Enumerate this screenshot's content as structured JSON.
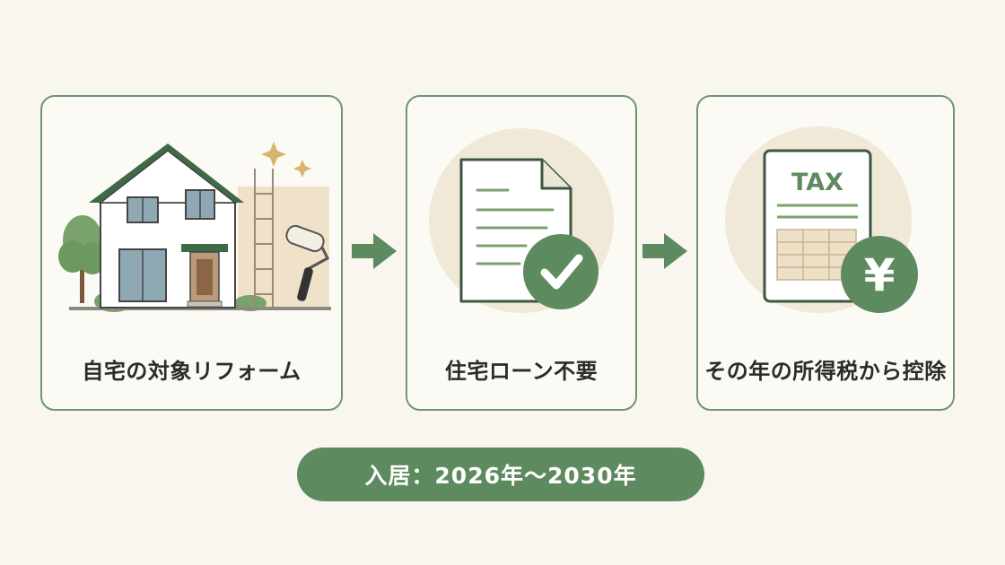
{
  "steps": [
    {
      "label": "自宅の対象リフォーム",
      "icon": "house-renovation-icon"
    },
    {
      "label": "住宅ローン不要",
      "icon": "document-check-icon"
    },
    {
      "label": "その年の所得税から控除",
      "icon": "tax-document-yen-icon"
    }
  ],
  "tax_doc": {
    "title": "TAX"
  },
  "currency": {
    "symbol": "¥"
  },
  "period": {
    "label": "入居",
    "separator": "：",
    "start": "2026年",
    "range_mark": "〜",
    "end": "2030年"
  },
  "colors": {
    "accent_green": "#5e8a60",
    "border_green": "#6e9670",
    "background": "#f8f6ef",
    "beige_circle": "#f1e9d8"
  }
}
